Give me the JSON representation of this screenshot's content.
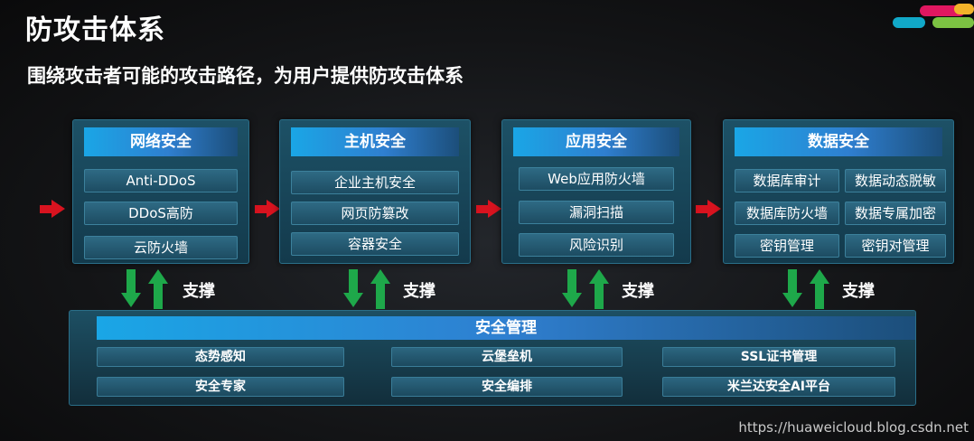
{
  "title": "防攻击体系",
  "subtitle": "围绕攻击者可能的攻击路径，为用户提供防攻击体系",
  "boxes": [
    {
      "header": "网络安全",
      "items": [
        "Anti-DDoS",
        "DDoS高防",
        "云防火墙"
      ]
    },
    {
      "header": "主机安全",
      "items": [
        "企业主机安全",
        "网页防篡改",
        "容器安全"
      ]
    },
    {
      "header": "应用安全",
      "items": [
        "Web应用防火墙",
        "漏洞扫描",
        "风险识别"
      ]
    },
    {
      "header": "数据安全",
      "items": [
        "数据库审计",
        "数据动态脱敏",
        "数据库防火墙",
        "数据专属加密",
        "密钥管理",
        "密钥对管理"
      ]
    }
  ],
  "support_label": "支撑",
  "management": {
    "header": "安全管理",
    "items": [
      "态势感知",
      "云堡垒机",
      "SSL证书管理",
      "安全专家",
      "安全编排",
      "米兰达安全AI平台"
    ]
  },
  "watermark": "https://huaweicloud.blog.csdn.net",
  "colors": {
    "flow_arrow": "#d8131f",
    "support_arrow": "#1ea84a",
    "header_blue": "#1aa6e6"
  }
}
